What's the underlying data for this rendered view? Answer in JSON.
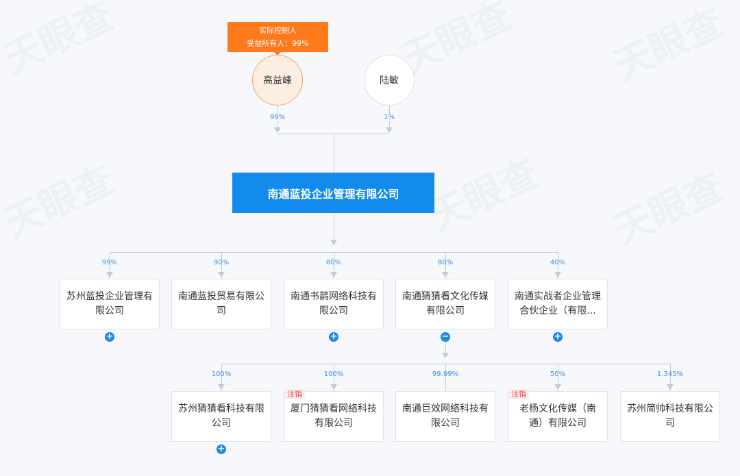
{
  "watermark": "天眼查",
  "controller_tag": {
    "line1": "实际控制人",
    "line2": "受益所有人：99%"
  },
  "shareholders": [
    {
      "name": "高益峰",
      "pct": "99%"
    },
    {
      "name": "陆敏",
      "pct": "1%"
    }
  ],
  "main_company": "南通蓝投企业管理有限公司",
  "level1": [
    {
      "name": "苏州蓝投企业管理有限公司",
      "pct": "99%",
      "btn": "+"
    },
    {
      "name": "南通蓝投贸易有限公司",
      "pct": "90%",
      "btn": ""
    },
    {
      "name": "南通书鹊网络科技有限公司",
      "pct": "80%",
      "btn": "+"
    },
    {
      "name": "南通猜猜看文化传媒有限公司",
      "pct": "80%",
      "btn": "−"
    },
    {
      "name": "南通实战者企业管理合伙企业（有限...",
      "pct": "40%",
      "btn": "+"
    }
  ],
  "level2": [
    {
      "name": "苏州猜猜看科技有限公司",
      "pct": "100%",
      "tag": "",
      "btn": "+"
    },
    {
      "name": "厦门猜猜看网络科技有限公司",
      "pct": "100%",
      "tag": "注销",
      "btn": ""
    },
    {
      "name": "南通巨效网络科技有限公司",
      "pct": "99.99%",
      "tag": "",
      "btn": ""
    },
    {
      "name": "老杨文化传媒（南通）有限公司",
      "pct": "50%",
      "tag": "注销",
      "btn": ""
    },
    {
      "name": "苏州简帅科技有限公司",
      "pct": "1.345%",
      "tag": "",
      "btn": ""
    }
  ]
}
